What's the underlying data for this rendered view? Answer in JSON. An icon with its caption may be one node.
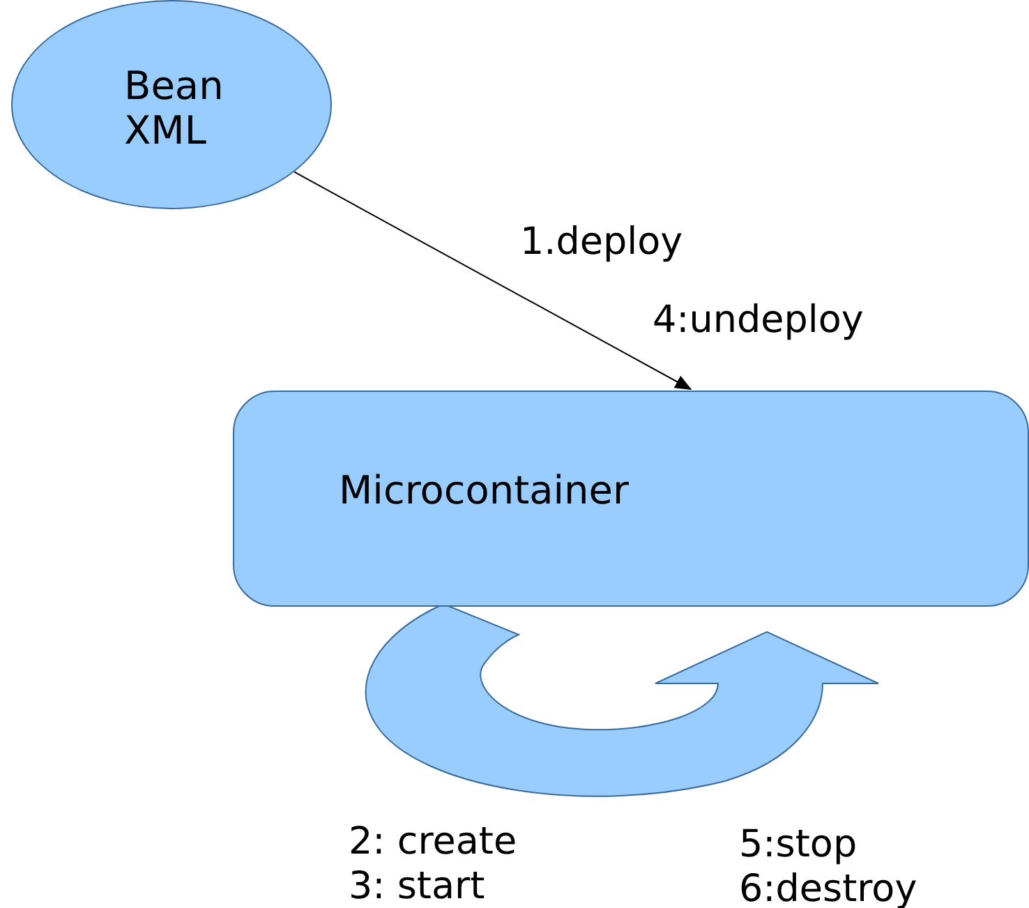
{
  "diagram": {
    "nodes": [
      {
        "text": [
          "Bean XML"
        ]
      },
      {
        "text": [
          "Microcontainer"
        ]
      }
    ],
    "edges": [
      {
        "from": 0,
        "to": 1,
        "arrow": "to"
      }
    ],
    "labels": [
      "1.deploy",
      "4:undeploy",
      "2: create",
      "3: start",
      "5:stop",
      "6:destroy"
    ]
  }
}
